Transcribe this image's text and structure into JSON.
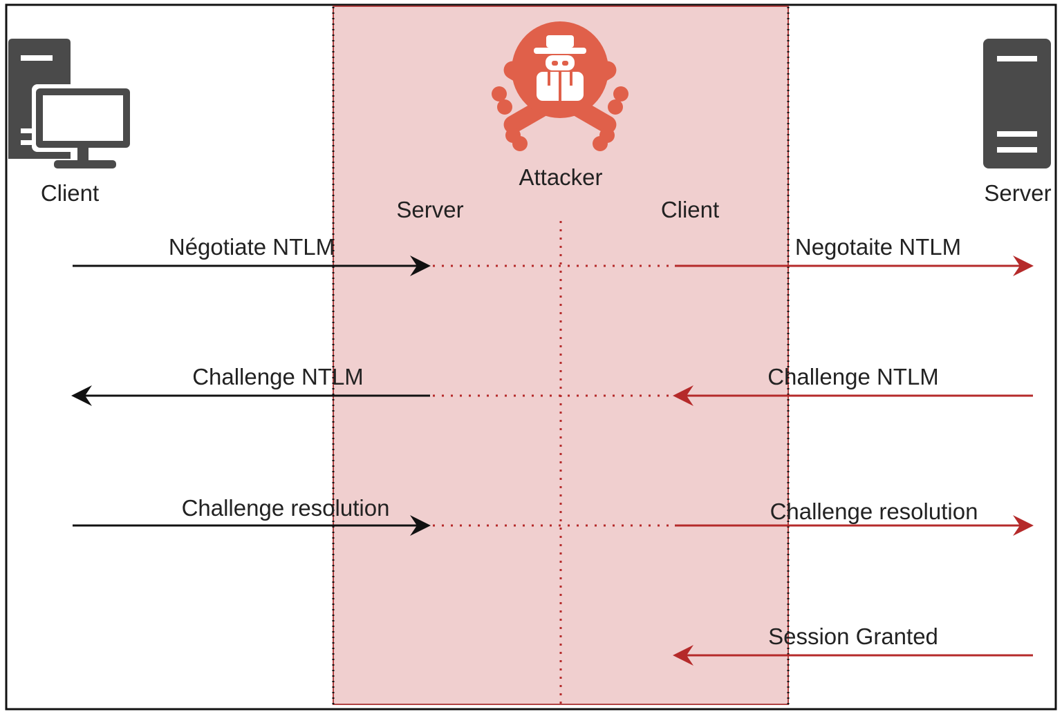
{
  "colors": {
    "frame": "#111111",
    "attacker_zone_fill": "#f0cfcf",
    "attacker_zone_border": "#b04242",
    "attacker_icon": "#e0604a",
    "device_gray": "#4a4a4a",
    "black_arrow": "#111111",
    "red_arrow": "#b52a2a",
    "text": "#222222"
  },
  "actors": {
    "left_client": {
      "label": "Client",
      "icon": "desktop-computer-icon"
    },
    "attacker": {
      "label": "Attacker",
      "icon": "spy-skull-crossbones-icon"
    },
    "attacker_server_role": {
      "label": "Server"
    },
    "attacker_client_role": {
      "label": "Client"
    },
    "right_server": {
      "label": "Server",
      "icon": "server-tower-icon"
    }
  },
  "messages": [
    {
      "left_label": "Négotiate NTLM",
      "right_label": "Negotaite NTLM",
      "direction": "to-server"
    },
    {
      "left_label": "Challenge NTLM",
      "right_label": "Challenge NTLM",
      "direction": "to-client"
    },
    {
      "left_label": "Challenge resolution",
      "right_label": "Challenge resolution",
      "direction": "to-server"
    },
    {
      "left_label": "",
      "right_label": "Session Granted",
      "direction": "to-client"
    }
  ]
}
